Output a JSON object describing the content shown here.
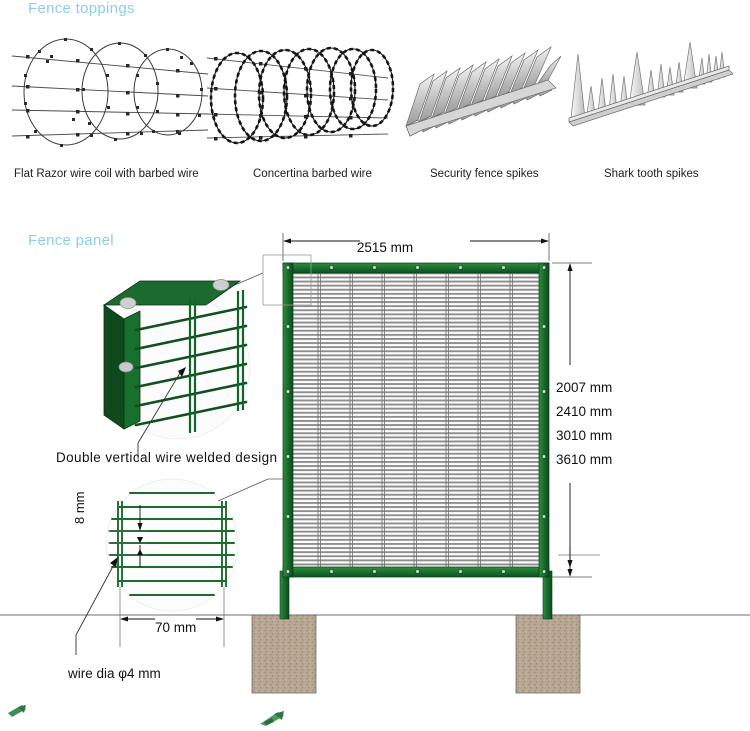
{
  "sections": {
    "toppings": {
      "title": "Fence toppings"
    },
    "panel": {
      "title": "Fence panel"
    }
  },
  "toppings": [
    {
      "id": "flat-razor-wire-coil",
      "caption": "Flat Razor wire coil with barbed wire",
      "icon": "razor-wire-coil-icon"
    },
    {
      "id": "concertina-barbed-wire",
      "caption": "Concertina barbed wire",
      "icon": "concertina-coil-icon"
    },
    {
      "id": "security-fence-spikes",
      "caption": "Security fence spikes",
      "icon": "fence-spikes-icon"
    },
    {
      "id": "shark-tooth-spikes",
      "caption": "Shark tooth spikes",
      "icon": "shark-tooth-icon"
    }
  ],
  "panel": {
    "width_dimension": "2515 mm",
    "height_options": [
      "2007 mm",
      "2410 mm",
      "3010 mm",
      "3610 mm"
    ],
    "callout_double_wire": "Double vertical wire welded design",
    "mesh_aperture_vertical": "8 mm",
    "mesh_aperture_horizontal": "70 mm",
    "wire_diameter": "wire dia φ4 mm"
  },
  "colors": {
    "title_blue": "#8ecdea",
    "frame_green": "#1e7a34",
    "frame_green_dark": "#14542a",
    "mesh_gray": "#8c8c8c",
    "concrete": "#b8a895",
    "text": "#111111"
  }
}
